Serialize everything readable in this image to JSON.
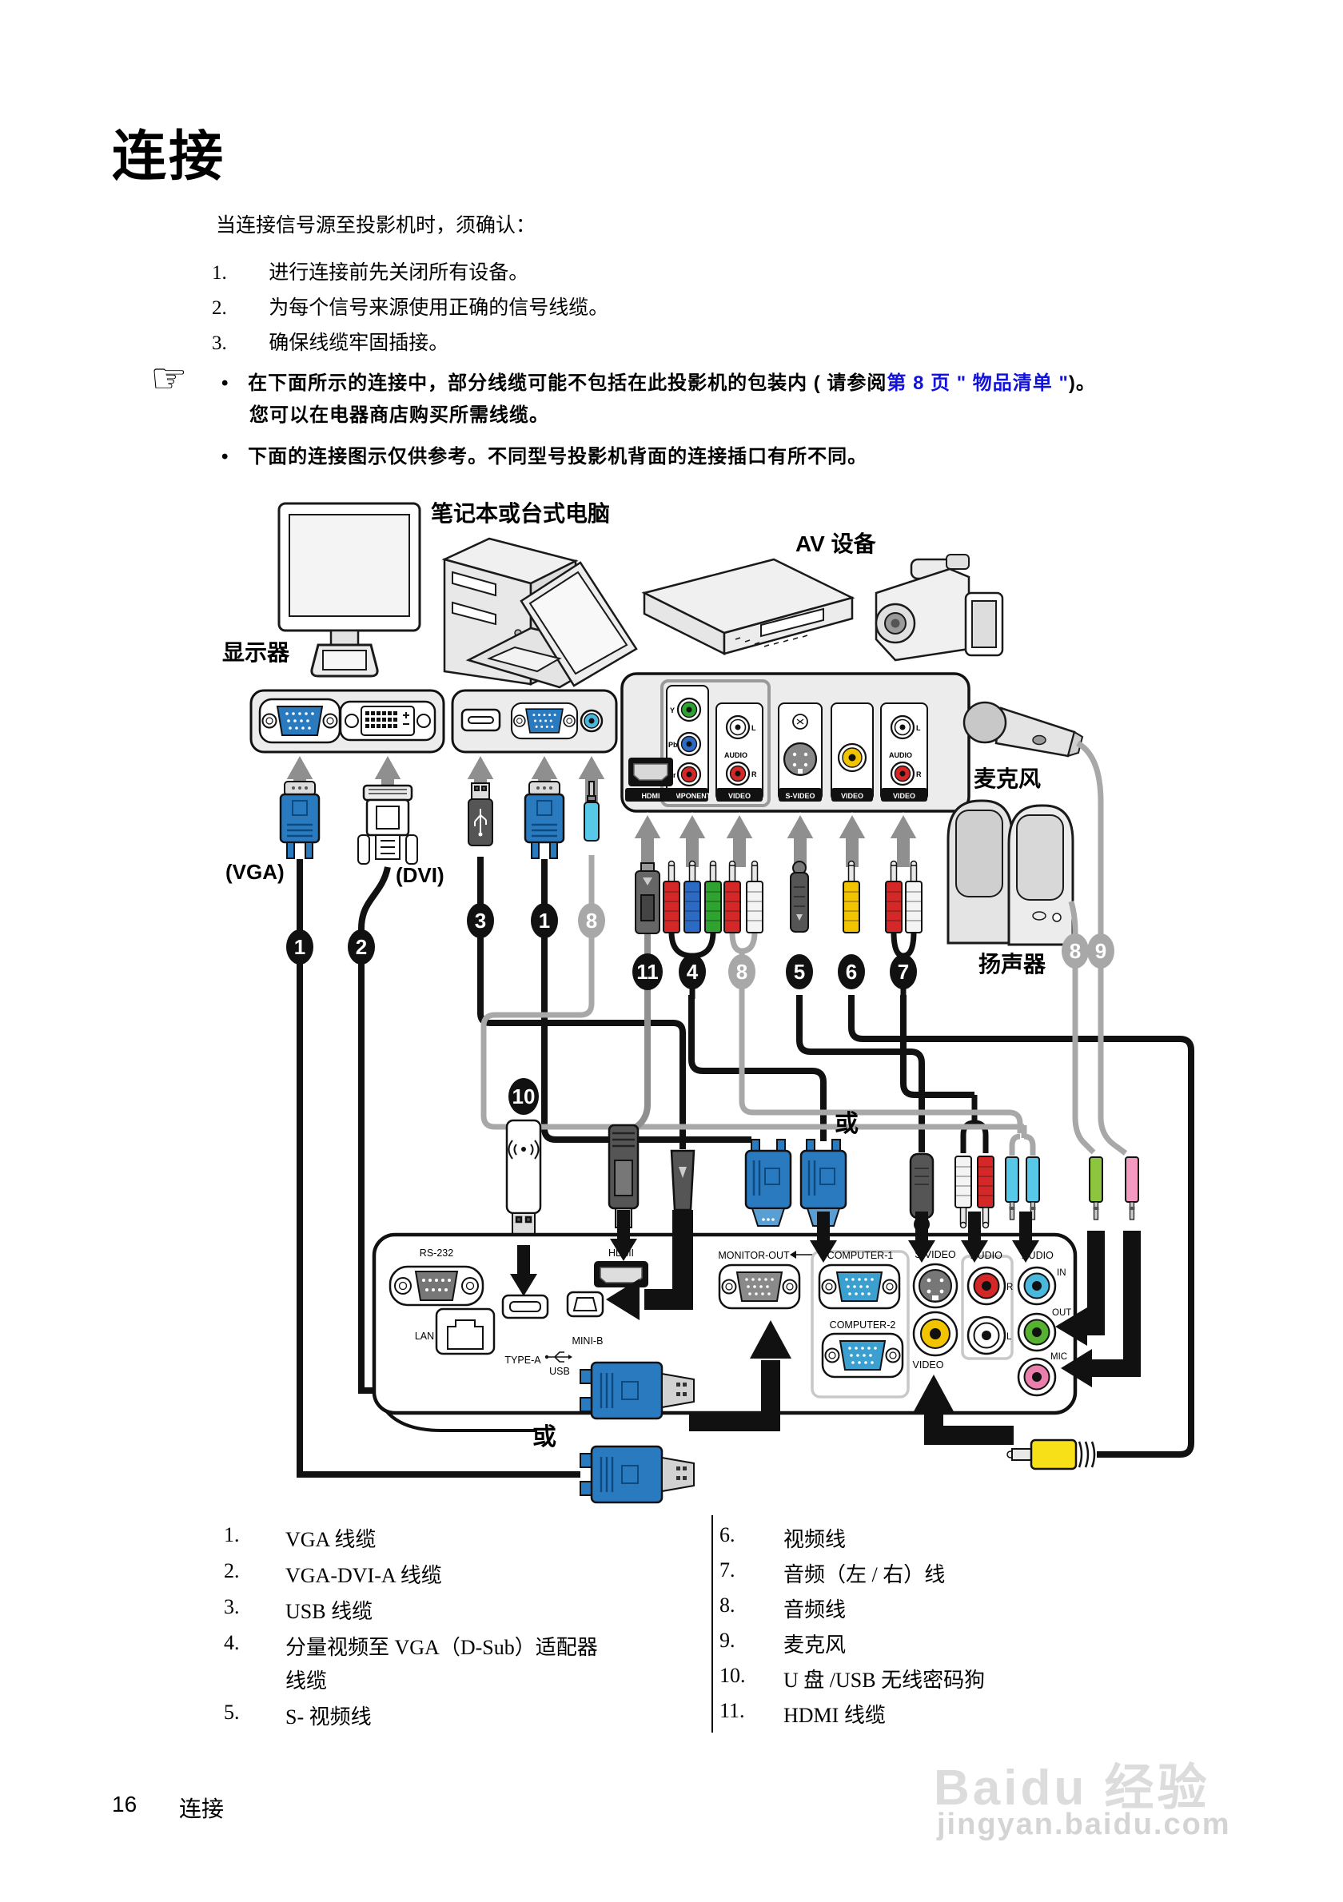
{
  "page": {
    "title": "连接",
    "footer_page": "16",
    "footer_section": "连接"
  },
  "intro": "当连接信号源至投影机时，须确认：",
  "steps": [
    {
      "num": "1.",
      "text": "进行连接前先关闭所有设备。"
    },
    {
      "num": "2.",
      "text": "为每个信号来源使用正确的信号线缆。"
    },
    {
      "num": "3.",
      "text": "确保线缆牢固插接。"
    }
  ],
  "notes": {
    "hand_icon": "☞",
    "bullet": "•",
    "line1_pre": "在下面所示的连接中，部分线缆可能不包括在此投影机的包装内 ( 请参阅",
    "line1_link": "第 8 页 \" 物品清单 \"",
    "line1_post": ")。",
    "line2": "您可以在电器商店购买所需线缆。",
    "note2": "下面的连接图示仅供参考。不同型号投影机背面的连接插口有所不同。"
  },
  "diagram": {
    "labels": {
      "monitor": "显示器",
      "computer": "笔记本或台式电脑",
      "av_device": "AV 设备",
      "mic": "麦克风",
      "speakers": "扬声器",
      "or1": "或",
      "or2": "或",
      "vga": "(VGA)",
      "dvi": "(DVI)"
    },
    "av_panel": {
      "hdmi": "HDMI",
      "component": "COMPONENT",
      "video1": "VIDEO",
      "svideo": "S-VIDEO",
      "video2": "VIDEO",
      "video3": "VIDEO",
      "audio1": "AUDIO",
      "audio2": "AUDIO",
      "y": "Y",
      "pb": "Pb",
      "pr": "Pr",
      "l1": "L",
      "r1": "R",
      "l2": "L",
      "r2": "R"
    },
    "projector_panel": {
      "rs232": "RS-232",
      "lan": "LAN",
      "typea": "TYPE-A",
      "minib": "MINI-B",
      "usb": "USB",
      "hdmi": "HDMI",
      "monitor_out": "MONITOR-OUT",
      "computer1": "COMPUTER-1",
      "computer2": "COMPUTER-2",
      "svideo": "S-VIDEO",
      "video": "VIDEO",
      "audio1": "AUDIO",
      "audio2": "AUDIO",
      "in": "IN",
      "out": "OUT",
      "mic": "MIC",
      "r": "R",
      "l": "L"
    },
    "badges": [
      {
        "n": "1"
      },
      {
        "n": "2"
      },
      {
        "n": "3"
      },
      {
        "n": "1"
      },
      {
        "n": "8"
      },
      {
        "n": "11"
      },
      {
        "n": "4"
      },
      {
        "n": "8"
      },
      {
        "n": "5"
      },
      {
        "n": "6"
      },
      {
        "n": "7"
      },
      {
        "n": "8"
      },
      {
        "n": "9"
      },
      {
        "n": "10"
      }
    ]
  },
  "legend": {
    "left": [
      {
        "num": "1.",
        "l1": "VGA 线缆",
        "l2": ""
      },
      {
        "num": "2.",
        "l1": "VGA-DVI-A 线缆",
        "l2": ""
      },
      {
        "num": "3.",
        "l1": "USB 线缆",
        "l2": ""
      },
      {
        "num": "4.",
        "l1": "分量视频至 VGA（D-Sub）适配器",
        "l2": "线缆"
      },
      {
        "num": "5.",
        "l1": "S- 视频线",
        "l2": ""
      }
    ],
    "right": [
      {
        "num": "6.",
        "l1": "视频线"
      },
      {
        "num": "7.",
        "l1": "音频（左 / 右）线"
      },
      {
        "num": "8.",
        "l1": "音频线"
      },
      {
        "num": "9.",
        "l1": "麦克风"
      },
      {
        "num": "10.",
        "l1": "U 盘 /USB 无线密码狗"
      },
      {
        "num": "11.",
        "l1": "HDMI 线缆"
      }
    ]
  },
  "watermark": {
    "brand": "Baidu 经验",
    "url": "jingyan.baidu.com"
  },
  "colors": {
    "link_blue": "#1212dd",
    "vga_blue": "#2a7ac0",
    "port_blue": "#3ba0d0",
    "component_green": "#2fa32f",
    "component_blue": "#2b6bc4",
    "rca_red": "#d42828",
    "video_yellow": "#f2c400",
    "audio_cyan": "#49b8dc",
    "audio_out_green": "#56b133",
    "mic_pink": "#ea7fae",
    "cable_gray": "#a8a8a8",
    "arrow_gray": "#8f8f8f"
  }
}
